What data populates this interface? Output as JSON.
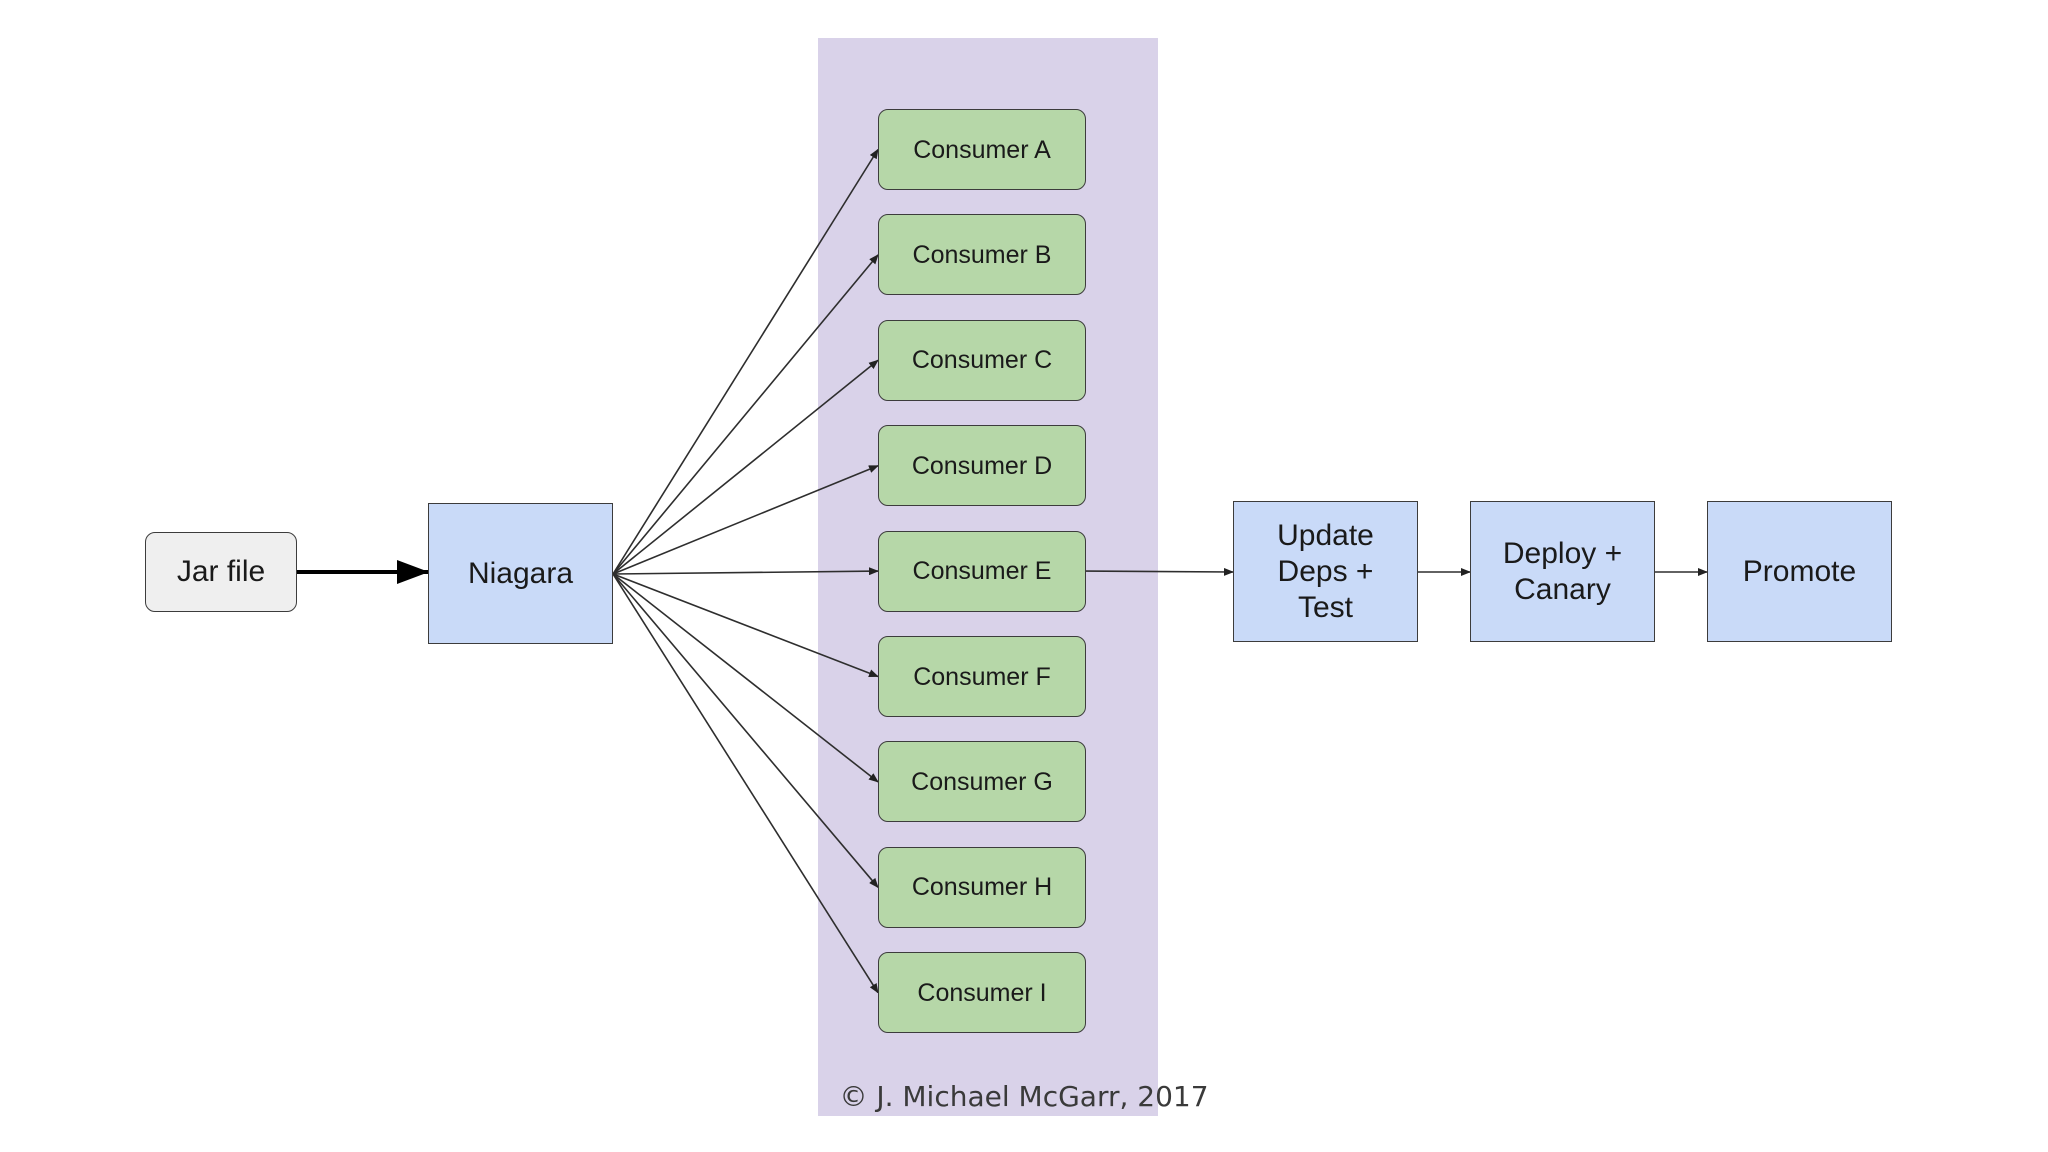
{
  "nodes": {
    "jar_file": "Jar file",
    "niagara": "Niagara",
    "consumers": [
      "Consumer A",
      "Consumer B",
      "Consumer C",
      "Consumer D",
      "Consumer E",
      "Consumer F",
      "Consumer G",
      "Consumer H",
      "Consumer I"
    ],
    "update_deps_test": "Update\nDeps +\nTest",
    "deploy_canary": "Deploy +\nCanary",
    "promote": "Promote"
  },
  "footer": {
    "copyright": "© J. Michael McGarr, 2017"
  },
  "colors": {
    "panel": "#d9d2e9",
    "process_box": "#c9daf8",
    "consumer_box": "#b6d7a8",
    "source_box": "#efefef",
    "line": "#3c3c3c"
  }
}
